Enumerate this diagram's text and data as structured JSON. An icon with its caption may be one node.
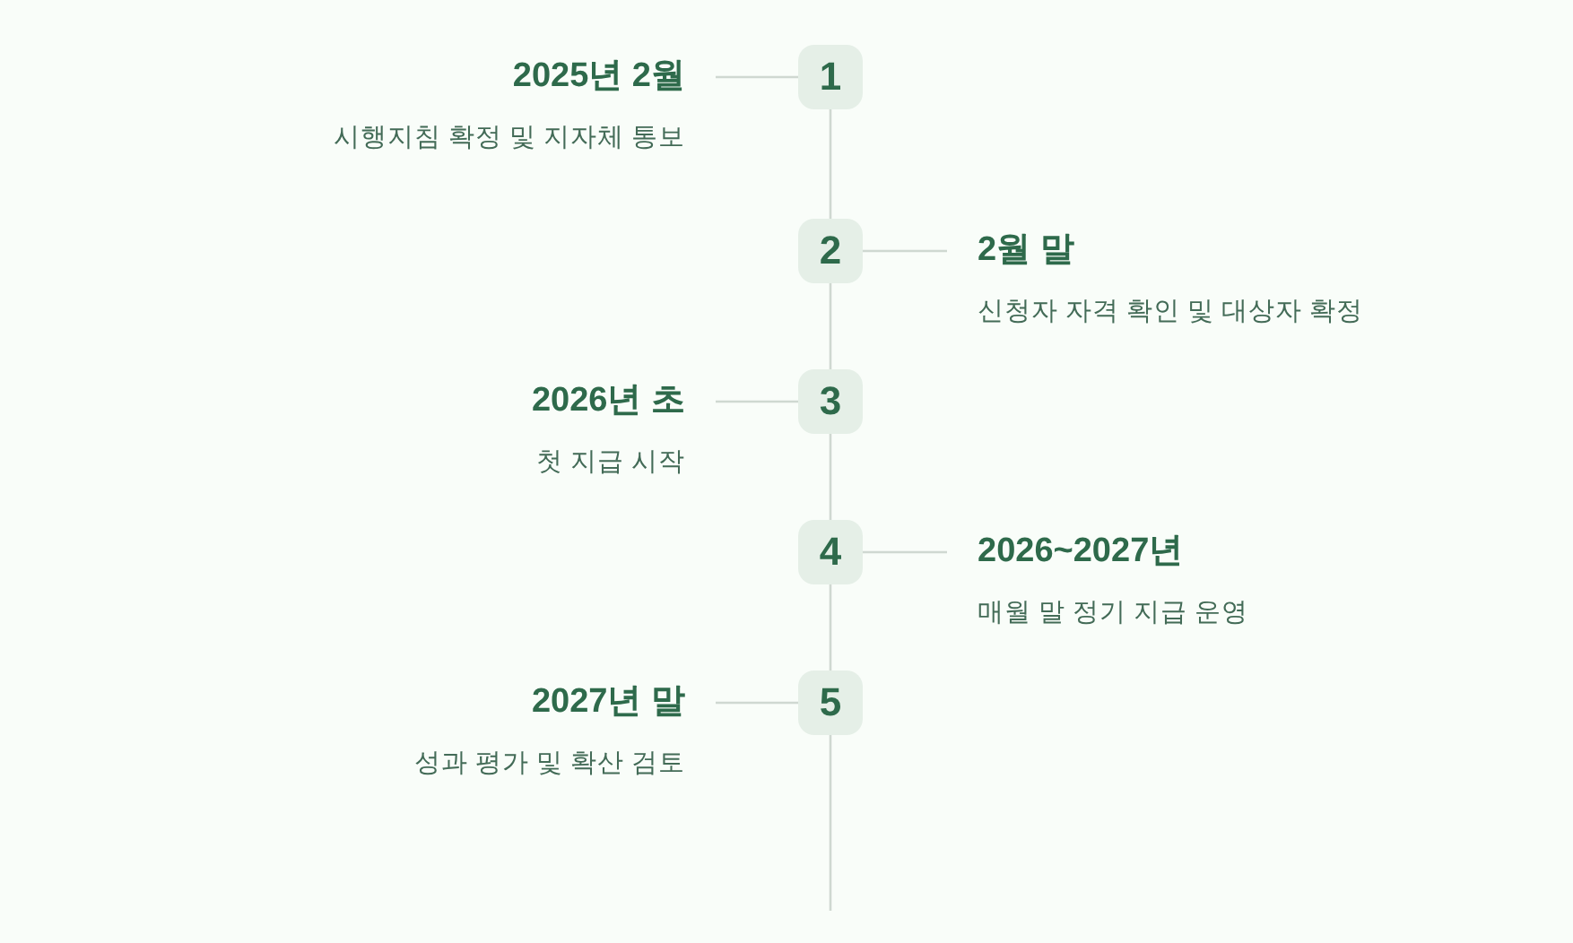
{
  "diagram": {
    "nodes": [
      {
        "text": [
          "2025년 2월",
          "시행지침 확정 및 지자체 통보"
        ]
      },
      {
        "text": [
          "1"
        ]
      },
      {
        "text": [
          "2"
        ]
      },
      {
        "text": [
          "2월 말",
          "신청자 자격 확인 및 대상자 확정"
        ]
      },
      {
        "text": [
          "2026년 초",
          "첫 지급 시작"
        ]
      },
      {
        "text": [
          "3"
        ]
      },
      {
        "text": [
          "4"
        ]
      },
      {
        "text": [
          "2026~2027년",
          "매월 말 정기 지급 운영"
        ]
      },
      {
        "text": [
          "2027년 말",
          "성과 평가 및 확산 검토"
        ]
      },
      {
        "text": [
          "5"
        ]
      }
    ],
    "edges": [
      {
        "from": 1,
        "to": 0,
        "arrow": "none"
      },
      {
        "from": 1,
        "to": 2,
        "arrow": "none"
      },
      {
        "from": 2,
        "to": 3,
        "arrow": "none"
      },
      {
        "from": 2,
        "to": 5,
        "arrow": "none"
      },
      {
        "from": 5,
        "to": 4,
        "arrow": "none"
      },
      {
        "from": 5,
        "to": 6,
        "arrow": "none"
      },
      {
        "from": 6,
        "to": 7,
        "arrow": "none"
      },
      {
        "from": 6,
        "to": 9,
        "arrow": "none"
      },
      {
        "from": 9,
        "to": 8,
        "arrow": "none"
      },
      {
        "from": 9,
        "to": null,
        "arrow": "none"
      }
    ]
  }
}
